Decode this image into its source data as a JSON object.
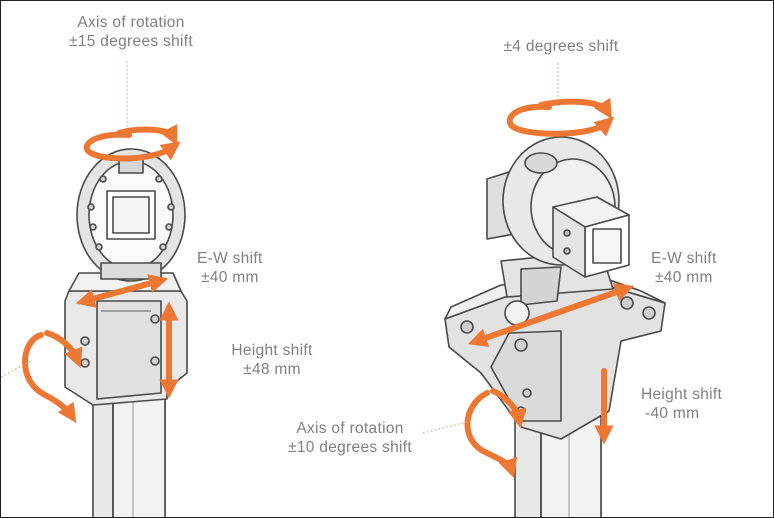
{
  "colors": {
    "accent": "#ee7733",
    "metal_fill": "#e6e6e6",
    "metal_stroke": "#4a4a4a",
    "label_text": "#808080"
  },
  "left_assembly": {
    "rotation_top": {
      "line1": "Axis of rotation",
      "line2": "±15 degrees shift"
    },
    "ew_shift": {
      "line1": "E-W shift",
      "line2": "±40 mm"
    },
    "height_shift": {
      "line1": "Height shift",
      "line2": "±48 mm"
    }
  },
  "right_assembly": {
    "top_shift": {
      "line1": "±4 degrees shift"
    },
    "ew_shift": {
      "line1": "E-W shift",
      "line2": "±40 mm"
    },
    "height_shift": {
      "line1": "Height shift",
      "line2": "-40 mm"
    },
    "rotation_bottom": {
      "line1": "Axis of rotation",
      "line2": "±10 degrees shift"
    }
  }
}
